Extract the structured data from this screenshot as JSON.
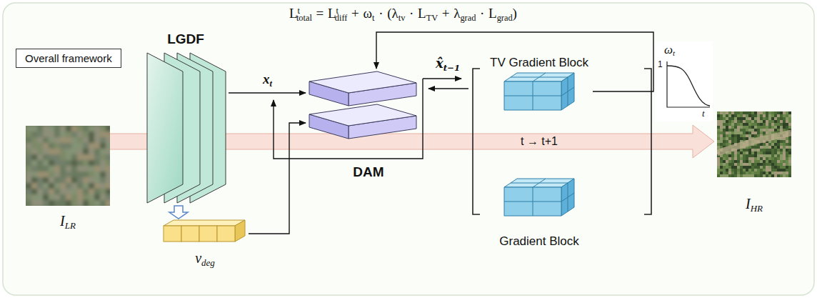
{
  "diagram": {
    "nodes": [
      {
        "text": [
          "Overall framework"
        ]
      },
      {
        "text": [
          "I",
          "LR"
        ]
      },
      {
        "text": [
          "LGDF"
        ]
      },
      {
        "text": [
          "v",
          "deg"
        ]
      },
      {
        "text": [
          "DAM"
        ]
      },
      {
        "text": [
          "TV Gradient Block"
        ]
      },
      {
        "text": [
          "Gradient Block"
        ]
      },
      {
        "text": [
          "I",
          "HR"
        ]
      }
    ],
    "edges": [
      {
        "from": 2,
        "to": 3,
        "arrow": "to"
      },
      {
        "from": 2,
        "to": 4,
        "arrow": "to"
      },
      {
        "from": 3,
        "to": 4,
        "arrow": "to"
      },
      {
        "from": 5,
        "to": 4,
        "arrow": "to"
      }
    ],
    "labels": [
      "L",
      "t",
      "total",
      "=",
      "L",
      "t",
      "diff",
      "+",
      "ω",
      "t",
      "·",
      "(λ",
      "tv",
      "·",
      "L",
      "TV",
      "+",
      "λ",
      "grad",
      "·",
      "L",
      "grad",
      ")",
      "x",
      "t",
      "x̂",
      "t−1",
      "t → t+1",
      "ω",
      "t",
      "1",
      "t"
    ]
  }
}
